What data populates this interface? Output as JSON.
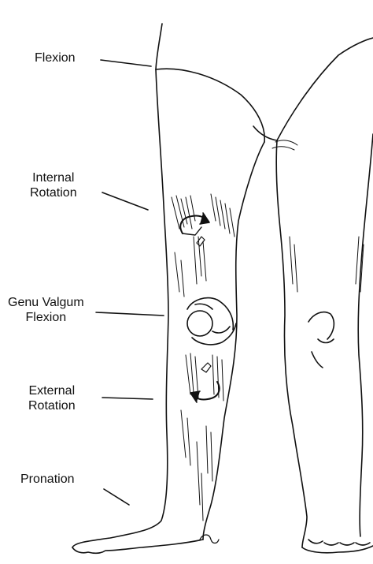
{
  "labels": {
    "flexion": "Flexion",
    "internal_rotation": [
      "Internal",
      "Rotation"
    ],
    "genu_valgum_flexion": [
      "Genu Valgum",
      "Flexion"
    ],
    "external_rotation": [
      "External",
      "Rotation"
    ],
    "pronation": "Pronation"
  },
  "colors": {
    "ink": "#111111",
    "paper": "#ffffff"
  }
}
